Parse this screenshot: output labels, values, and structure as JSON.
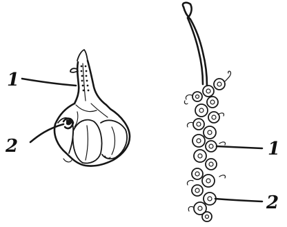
{
  "left_figure": {
    "labels": [
      "1",
      "2"
    ]
  },
  "right_figure": {
    "labels": [
      "1",
      "2"
    ]
  },
  "colors": {
    "ink": "#161616",
    "background": "#ffffff"
  }
}
